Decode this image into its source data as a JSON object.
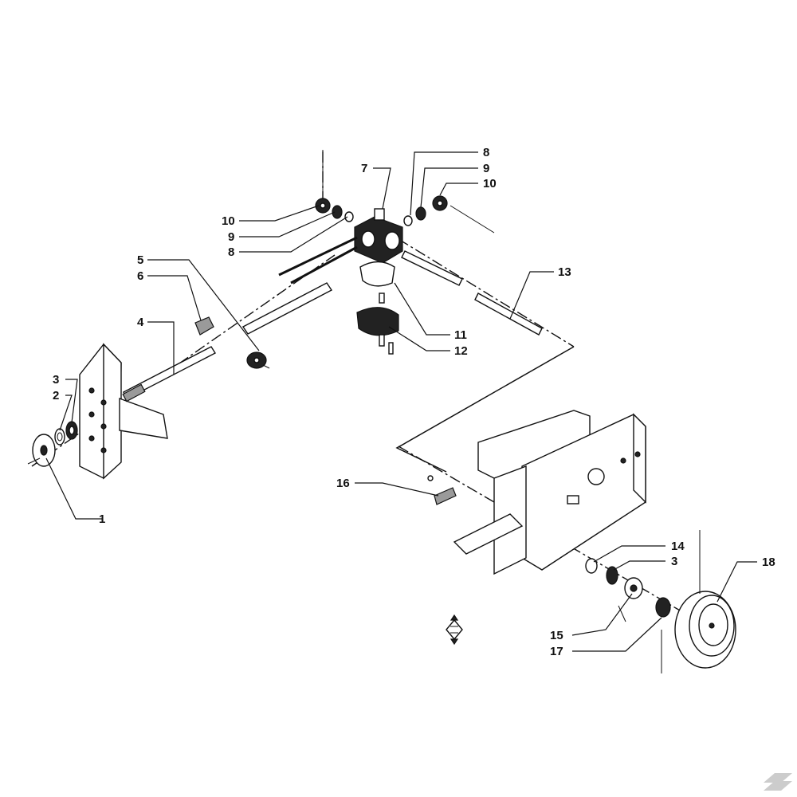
{
  "callouts": [
    {
      "id": "c1",
      "label": "1"
    },
    {
      "id": "c2",
      "label": "2"
    },
    {
      "id": "c3a",
      "label": "3"
    },
    {
      "id": "c3b",
      "label": "3"
    },
    {
      "id": "c4",
      "label": "4"
    },
    {
      "id": "c5",
      "label": "5"
    },
    {
      "id": "c6",
      "label": "6"
    },
    {
      "id": "c7",
      "label": "7"
    },
    {
      "id": "c8a",
      "label": "8"
    },
    {
      "id": "c8b",
      "label": "8"
    },
    {
      "id": "c9a",
      "label": "9"
    },
    {
      "id": "c9b",
      "label": "9"
    },
    {
      "id": "c10a",
      "label": "10"
    },
    {
      "id": "c10b",
      "label": "10"
    },
    {
      "id": "c11",
      "label": "11"
    },
    {
      "id": "c12",
      "label": "12"
    },
    {
      "id": "c13",
      "label": "13"
    },
    {
      "id": "c14",
      "label": "14"
    },
    {
      "id": "c15",
      "label": "15"
    },
    {
      "id": "c16",
      "label": "16"
    },
    {
      "id": "c17",
      "label": "17"
    },
    {
      "id": "c18",
      "label": "18"
    }
  ],
  "colors": {
    "ink": "#111111",
    "background": "#ffffff",
    "watermark": "#cccccc"
  },
  "icons": {
    "brand_mark": "manufacturer-emblem-icon",
    "corner_mark": "corner-logo-icon"
  }
}
